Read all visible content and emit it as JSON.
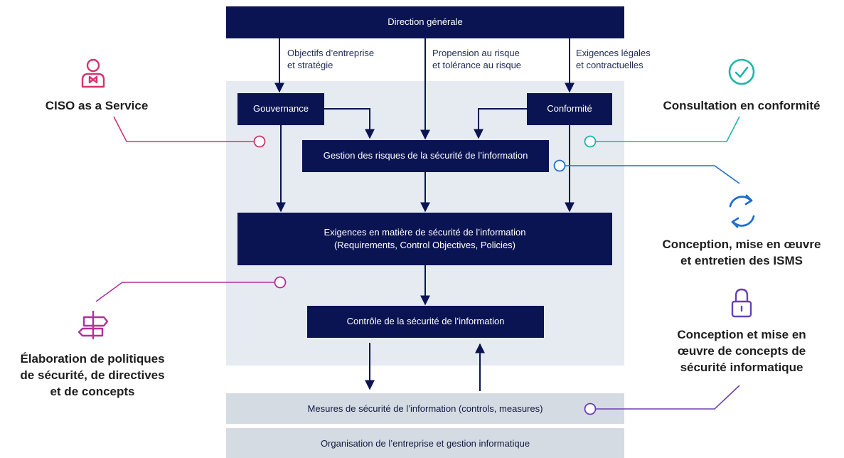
{
  "colors": {
    "navy": "#0b1452",
    "panel": "#e6ebf1",
    "grey_box": "#d5dbe3",
    "pink": "#d6336c",
    "teal": "#1fb5a8",
    "blue": "#1f6fd1",
    "purple": "#b0319a",
    "violet": "#6a3fb5"
  },
  "boxes": {
    "direction": "Direction générale",
    "gouvernance": "Gouvernance",
    "conformite": "Conformité",
    "gestion_risques": "Gestion des risques de la sécurité de l’information",
    "exigences": "Exigences en matière de sécurité de l’information\n(Requirements, Control Objectives, Policies)",
    "controle": "Contrôle de la sécurité de l’information",
    "mesures": "Mesures de sécurité de l’information (controls, measures)",
    "organisation": "Organisation de l’entreprise et gestion informatique"
  },
  "flow_labels": {
    "objectifs": "Objectifs d’entreprise\net stratégie",
    "propension": "Propension au risque\net tolérance au risque",
    "exigences_legales": "Exigences légales\net contractuelles"
  },
  "services": {
    "ciso": {
      "label": "CISO as a Service",
      "icon": "person-bowtie-icon"
    },
    "consultation": {
      "label": "Consultation en conformité",
      "icon": "check-circle-icon"
    },
    "conception_isms": {
      "label": "Conception, mise en œuvre\net entretien des ISMS",
      "icon": "refresh-icon"
    },
    "elaboration": {
      "label": "Élaboration de politiques\nde sécurité, de directives\net de concepts",
      "icon": "signpost-icon"
    },
    "conception_securite": {
      "label": "Conception et mise en\nœuvre de concepts de\nsécurité informatique",
      "icon": "padlock-icon"
    }
  }
}
